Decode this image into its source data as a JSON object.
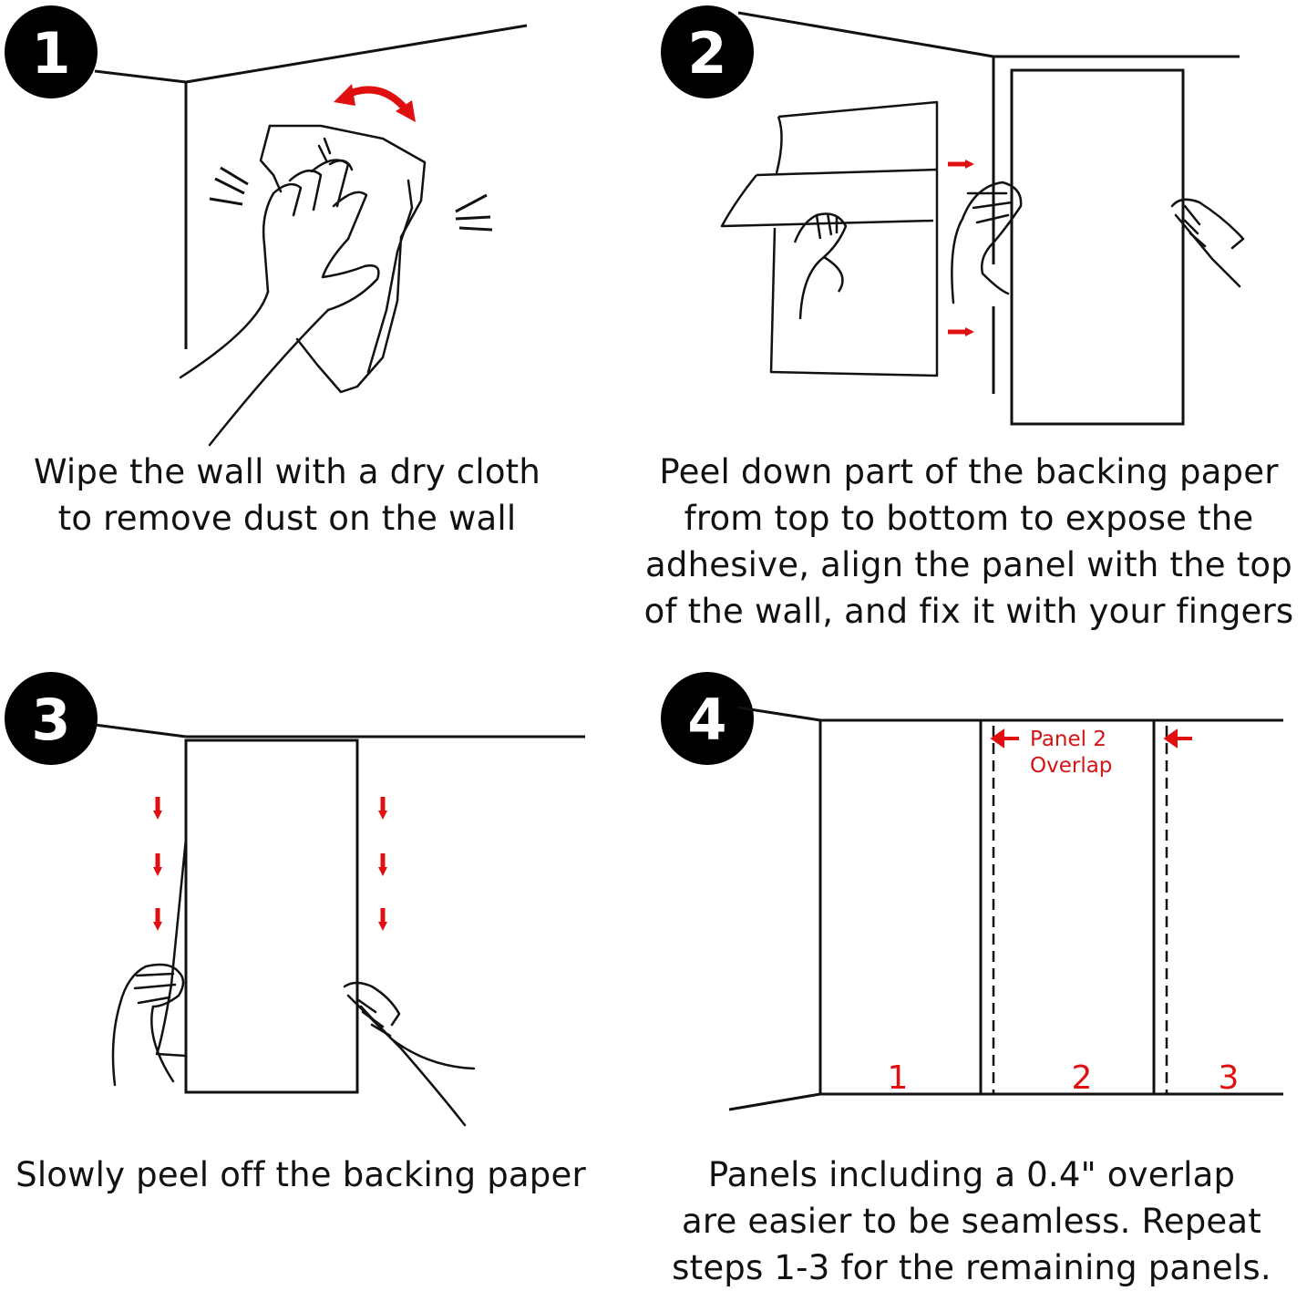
{
  "colors": {
    "ink": "#111111",
    "accent_red": "#e01010",
    "badge_fill": "#000000",
    "badge_text": "#ffffff"
  },
  "steps": [
    {
      "number": "1",
      "icon": "wipe-cloth-icon",
      "caption_lines": [
        "Wipe the wall with a dry cloth",
        "to remove dust on the wall"
      ]
    },
    {
      "number": "2",
      "icon": "peel-backing-icon",
      "caption_lines": [
        "Peel down part of the backing paper",
        "from top to bottom to expose the",
        "adhesive, align the panel with the top",
        "of the wall, and fix it with your fingers"
      ]
    },
    {
      "number": "3",
      "icon": "peel-off-icon",
      "caption_lines": [
        "Slowly peel off the backing paper"
      ]
    },
    {
      "number": "4",
      "icon": "panel-overlap-icon",
      "caption_lines": [
        "Panels including a 0.4\" overlap",
        "are easier to be seamless. Repeat",
        "steps 1-3 for the remaining panels."
      ]
    }
  ],
  "step4_diagram": {
    "overlap_label_line1": "Panel 2",
    "overlap_label_line2": "Overlap",
    "panel_numbers": [
      "1",
      "2",
      "3"
    ]
  }
}
